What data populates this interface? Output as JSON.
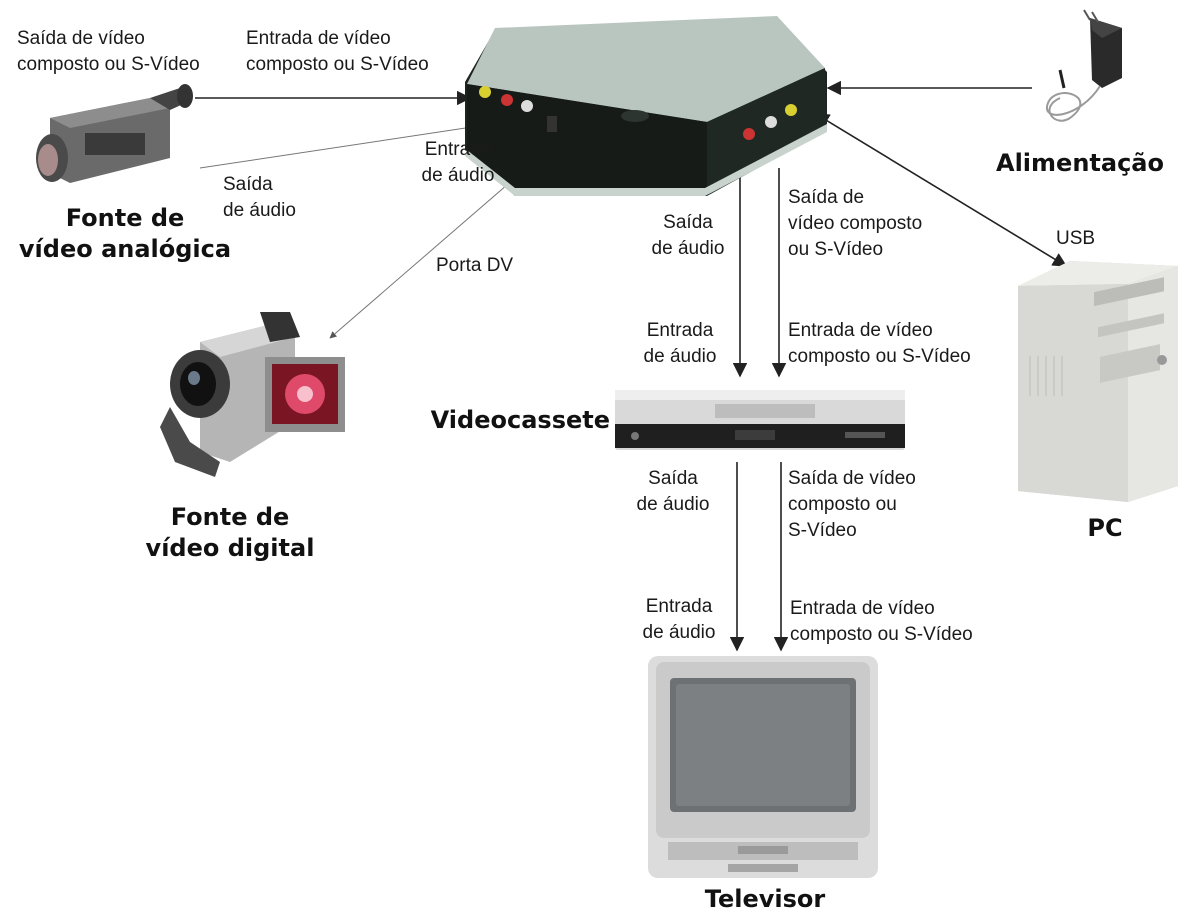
{
  "devices": {
    "analog_camera": {
      "title": "Fonte de\nvídeo analógica"
    },
    "digital_camera": {
      "title": "Fonte de\nvídeo digital"
    },
    "power_adapter": {
      "title": "Alimentação"
    },
    "vcr": {
      "title": "Videocassete"
    },
    "pc": {
      "title": "PC"
    },
    "tv": {
      "title": "Televisor"
    }
  },
  "labels": {
    "analog_video_out": "Saída de vídeo\ncomposto ou S-Vídeo",
    "capture_video_in": "Entrada de vídeo\ncomposto ou S-Vídeo",
    "analog_audio_out": "Saída\nde áudio",
    "capture_audio_in": "Entrada\nde áudio",
    "dv_port": "Porta DV",
    "capture_audio_out": "Saída\nde áudio",
    "capture_video_out": "Saída de\nvídeo composto\nou S-Vídeo",
    "usb": "USB",
    "vcr_audio_in": "Entrada\nde áudio",
    "vcr_video_in": "Entrada de vídeo\ncomposto ou S-Vídeo",
    "vcr_audio_out": "Saída\nde áudio",
    "vcr_video_out": "Saída de vídeo\ncomposto ou\nS-Vídeo",
    "tv_audio_in": "Entrada\nde áudio",
    "tv_video_in": "Entrada de vídeo\ncomposto ou S-Vídeo"
  },
  "colors": {
    "capture_top": "#b9c6bf",
    "capture_front": "#1d2420",
    "vcr_body": "#d9d9d9",
    "vcr_panel": "#1f1f1f",
    "tv_body": "#dcdcdc",
    "tv_screen": "#6e7173",
    "pc_body": "#e6e6e3",
    "arrow": "#222222"
  }
}
